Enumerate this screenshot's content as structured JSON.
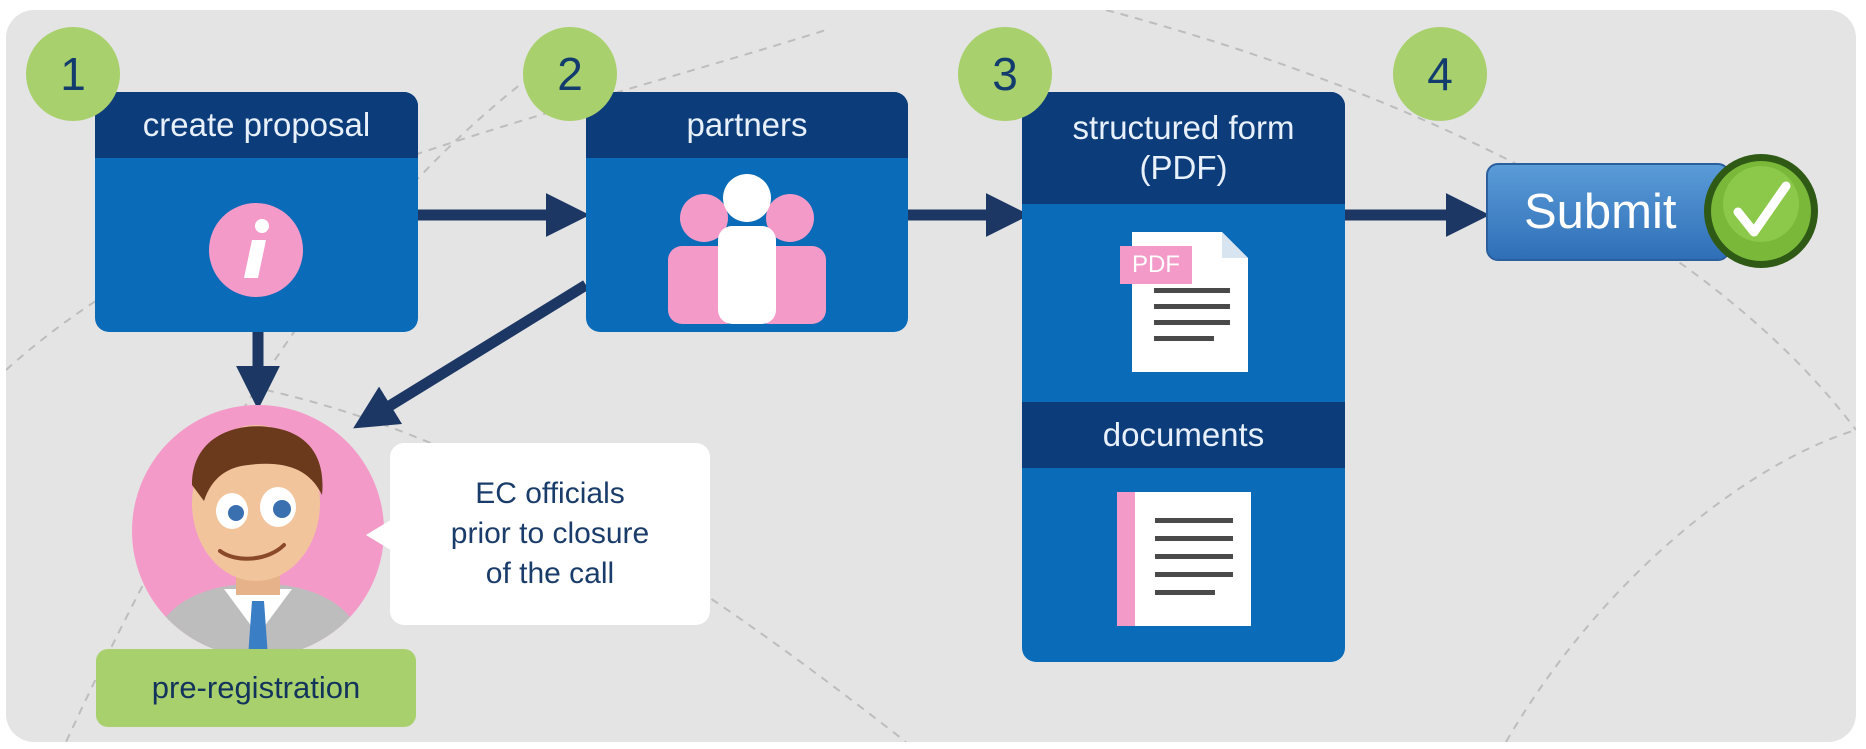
{
  "steps": [
    {
      "number": "1",
      "title": "create proposal",
      "icon": "info-icon"
    },
    {
      "number": "2",
      "title": "partners",
      "icon": "people-icon"
    },
    {
      "number": "3",
      "title": "structured form (PDF)",
      "title_lines": [
        "structured form",
        "(PDF)"
      ],
      "section2": "documents",
      "icon": "pdf-document-icon",
      "pdf_tag": "PDF"
    },
    {
      "number": "4",
      "title": "Submit",
      "icon": "check-icon"
    }
  ],
  "prereg": {
    "label": "pre-registration",
    "note_lines": [
      "EC officials",
      "prior to closure",
      "of the call"
    ],
    "icon": "official-avatar-icon"
  },
  "colors": {
    "background": "#e4e4e4",
    "box_blue": "#0a6bb8",
    "header_navy": "#0d3c7a",
    "badge_green": "#a8d06c",
    "accent_pink": "#f49ac8",
    "arrow_navy": "#1c3763"
  }
}
